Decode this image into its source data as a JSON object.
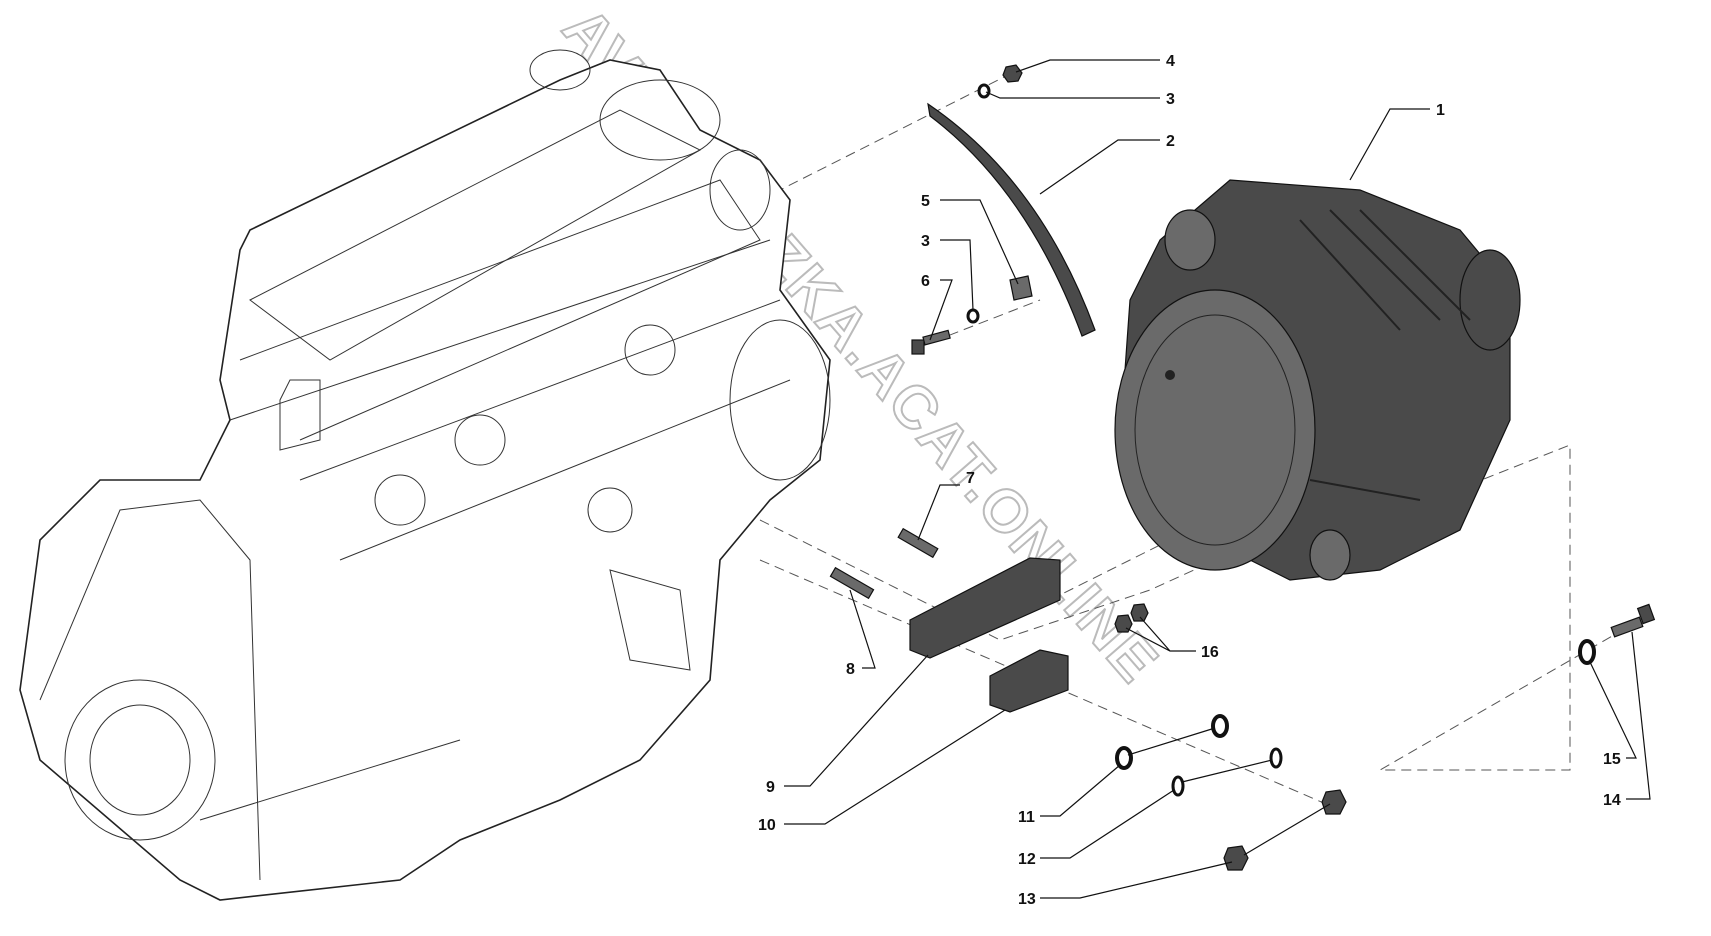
{
  "diagram": {
    "watermark": "AVTOSKAZKA.ACAT.ONLINE",
    "colors": {
      "part_dark": "#4a4a4a",
      "line": "#111111",
      "background": "#ffffff"
    },
    "callouts": [
      {
        "number": "1"
      },
      {
        "number": "2"
      },
      {
        "number": "3"
      },
      {
        "number": "4"
      },
      {
        "number": "5"
      },
      {
        "number": "3"
      },
      {
        "number": "6"
      },
      {
        "number": "7"
      },
      {
        "number": "8"
      },
      {
        "number": "9"
      },
      {
        "number": "10"
      },
      {
        "number": "11"
      },
      {
        "number": "12"
      },
      {
        "number": "13"
      },
      {
        "number": "14"
      },
      {
        "number": "15"
      },
      {
        "number": "16"
      }
    ]
  }
}
